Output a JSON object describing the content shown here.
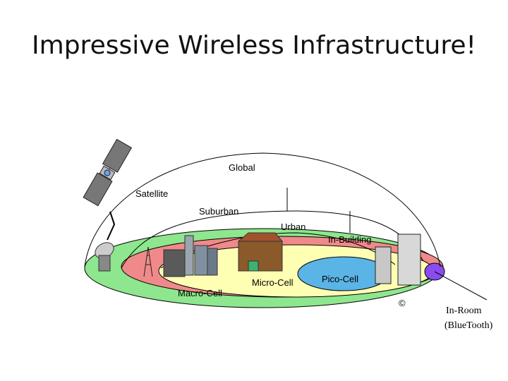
{
  "slide": {
    "title": "Impressive Wireless Infrastructure!"
  },
  "zones": {
    "global": "Global",
    "satellite": "Satellite",
    "suburban": "Suburban",
    "urban": "Urban",
    "in_building": "In-Building",
    "macro_cell": "Macro-Cell",
    "micro_cell": "Micro-Cell",
    "pico_cell": "Pico-Cell",
    "in_room_line1": "In-Room",
    "in_room_line2": "(BlueTooth)",
    "copyright": "©"
  },
  "colors": {
    "global_ring": "#8ee68e",
    "macro_ring": "#f08a8a",
    "micro_ring": "#ffffb4",
    "pico_ring": "#5ab4e6",
    "in_room_dot": "#8a4cf0"
  }
}
